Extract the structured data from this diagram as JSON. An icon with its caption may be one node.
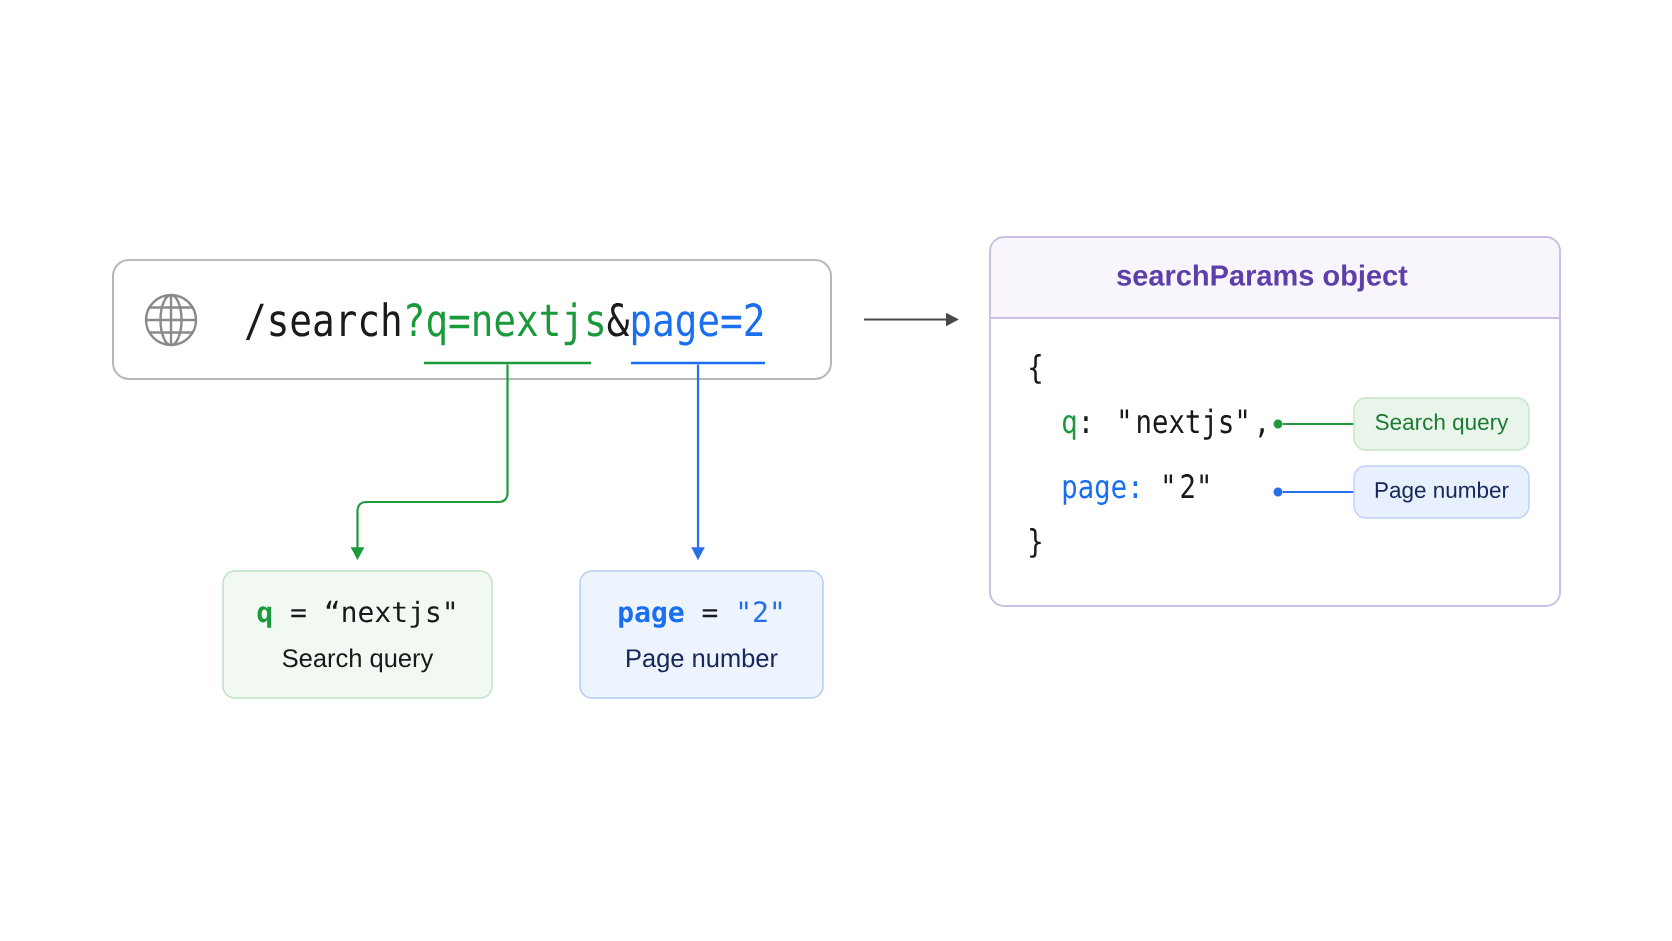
{
  "diagram": {
    "nodes": [
      {
        "text": [
          "/search",
          "?q=nextjs",
          "&",
          "page=2"
        ]
      },
      {
        "text": [],
        "shape": "bar",
        "in": 0
      },
      {
        "text": [],
        "shape": "bar",
        "in": 0
      },
      {
        "text": [
          "q",
          "= “nextjs\"",
          "Search query"
        ]
      },
      {
        "text": [
          "page",
          "=",
          "\"2\"",
          "Page number"
        ]
      },
      {
        "text": [
          "searchParams object",
          "{",
          "}"
        ]
      },
      {
        "text": [
          "q",
          ": \"nextjs\","
        ],
        "in": 5
      },
      {
        "text": [
          "page:",
          "\"2\""
        ],
        "in": 5
      },
      {
        "text": [
          "Search query"
        ],
        "in": 5
      },
      {
        "text": [
          "Page number"
        ],
        "in": 5
      },
      {
        "text": [],
        "shape": "dot",
        "in": 5
      },
      {
        "text": [],
        "shape": "dot",
        "in": 5
      }
    ],
    "edges": [
      {
        "from": 1,
        "to": 3,
        "arrow": "to",
        "color": "#1f9a3f"
      },
      {
        "from": 2,
        "to": 4,
        "arrow": "to",
        "color": "#2a6fe8"
      },
      {
        "from": 0,
        "to": 5,
        "arrow": "to",
        "color": "#4a4a4a"
      },
      {
        "from": 8,
        "to": 10,
        "arrow": "none",
        "color": "#1f9a3f"
      },
      {
        "from": 9,
        "to": 11,
        "arrow": "none",
        "color": "#2a6fe8"
      }
    ]
  }
}
